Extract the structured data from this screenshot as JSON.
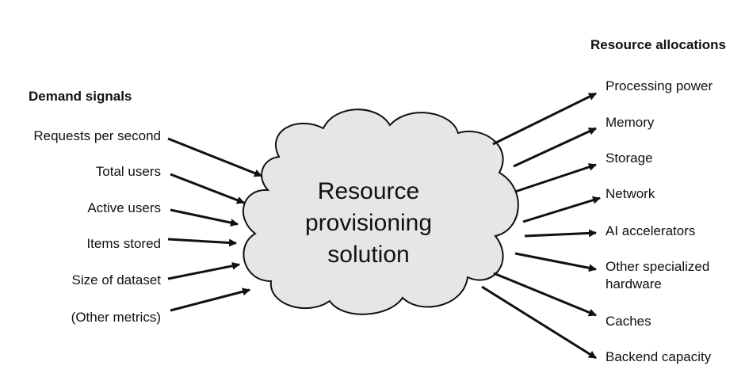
{
  "inputs": {
    "heading": "Demand signals",
    "items": [
      "Requests per second",
      "Total users",
      "Active users",
      "Items stored",
      "Size of dataset",
      "(Other metrics)"
    ]
  },
  "outputs": {
    "heading": "Resource allocations",
    "items": [
      "Processing power",
      "Memory",
      "Storage",
      "Network",
      "AI accelerators",
      "Other specialized",
      "hardware",
      "Caches",
      "Backend capacity"
    ]
  },
  "cloud": {
    "lines": [
      "Resource",
      "provisioning",
      "solution"
    ]
  },
  "colors": {
    "ink": "#111111",
    "cloud_fill": "#e6e6e6",
    "cloud_stroke": "#111111"
  }
}
